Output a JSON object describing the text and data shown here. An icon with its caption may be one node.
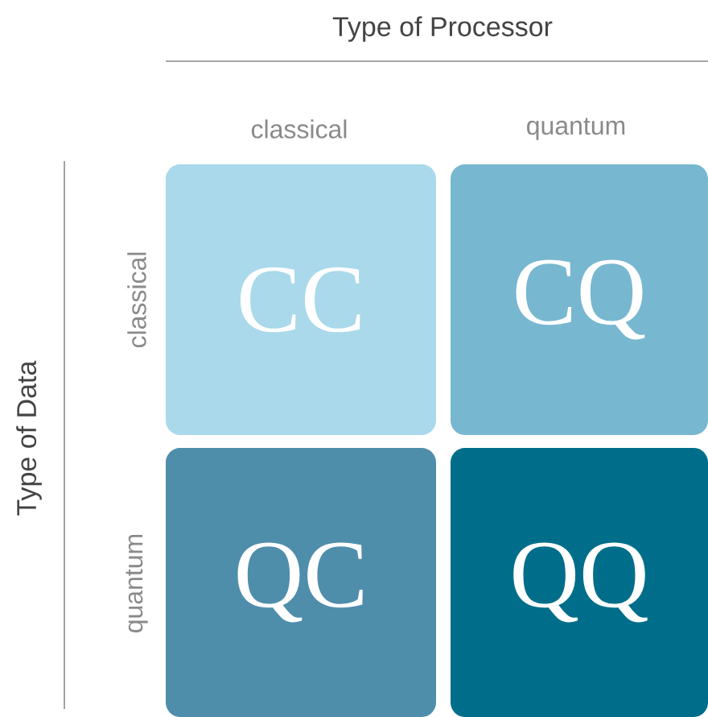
{
  "diagram": {
    "nodes": [
      {
        "text": [
          "CC"
        ]
      },
      {
        "text": [
          "CQ"
        ]
      },
      {
        "text": [
          "QC"
        ]
      },
      {
        "text": [
          "QQ"
        ]
      }
    ],
    "labels": [
      "Type of Processor",
      "classical",
      "quantum",
      "Type of Data",
      "classical",
      "quantum"
    ]
  }
}
